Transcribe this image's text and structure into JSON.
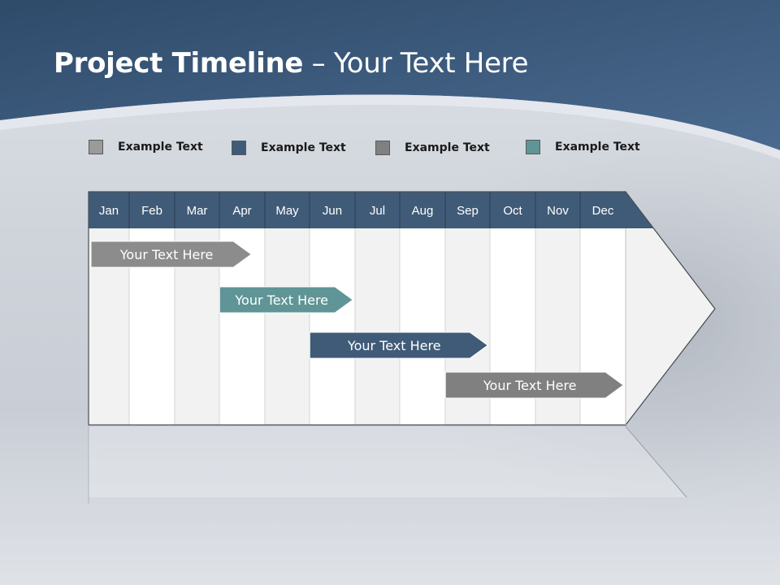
{
  "title": {
    "bold": "Project Timeline",
    "rest": " – Your Text Here"
  },
  "legend": [
    {
      "label": "Example Text",
      "color": "#9a9a9a"
    },
    {
      "label": "Example Text",
      "color": "#3f5b78"
    },
    {
      "label": "Example Text",
      "color": "#808080"
    },
    {
      "label": "Example Text",
      "color": "#5f9596"
    }
  ],
  "months": [
    "Jan",
    "Feb",
    "Mar",
    "Apr",
    "May",
    "Jun",
    "Jul",
    "Aug",
    "Sep",
    "Oct",
    "Nov",
    "Dec"
  ],
  "tasks": [
    {
      "label": "Your  Text Here",
      "color": "#8c8c8c",
      "start_month": 1.0,
      "end_month": 4.7
    },
    {
      "label": "Your  Text Here",
      "color": "#5f9596",
      "start_month": 3.95,
      "end_month": 6.95
    },
    {
      "label": "Your  Text Here",
      "color": "#3f5b78",
      "start_month": 5.95,
      "end_month": 9.95
    },
    {
      "label": "Your  Text Here",
      "color": "#808080",
      "start_month": 8.95,
      "end_month": 12.95
    }
  ],
  "colors": {
    "header_blue": "#3f5b78",
    "col_light": "#f2f2f2",
    "col_white": "#ffffff"
  }
}
